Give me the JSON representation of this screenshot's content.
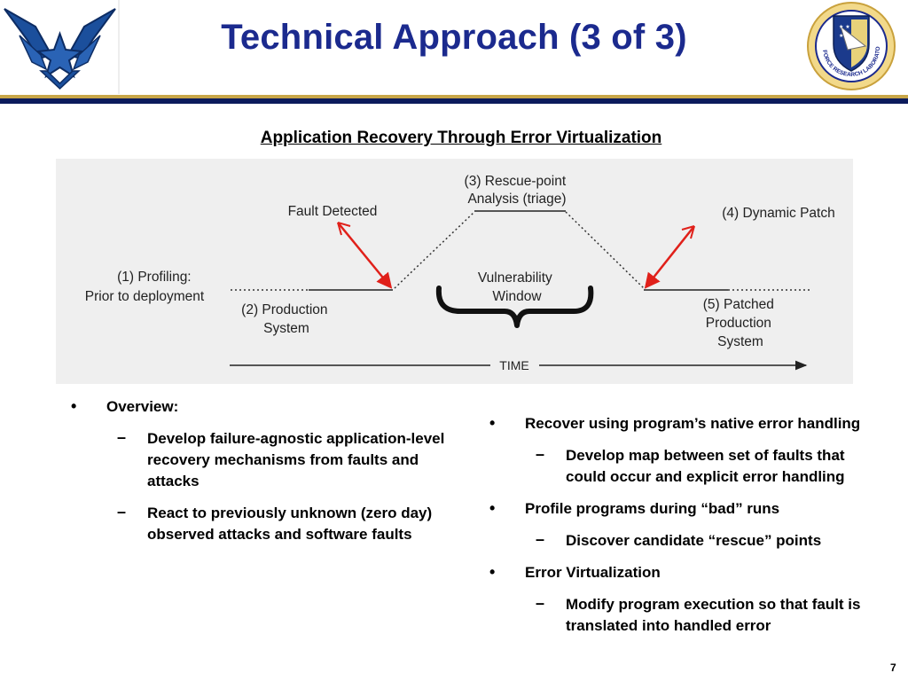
{
  "header": {
    "title": "Technical Approach (3 of 3)",
    "logo_left": "air-force-wings-symbol",
    "logo_right": "air-force-research-laboratory-seal",
    "seal_text": "AIR FORCE RESEARCH LABORATORY"
  },
  "colors": {
    "title": "#1b2a8e",
    "rule_gold": "#c8a648",
    "rule_navy": "#0c1b5c",
    "arrow_red": "#e0201a",
    "diagram_bg": "#efefef"
  },
  "subtitle": "Application Recovery Through Error Virtualization",
  "diagram": {
    "profiling": [
      "(1) Profiling:",
      "Prior to deployment"
    ],
    "production": [
      "(2) Production",
      "System"
    ],
    "fault_detected": "Fault Detected",
    "rescue_point": [
      "(3) Rescue-point",
      "Analysis (triage)"
    ],
    "vulnerability": [
      "Vulnerability",
      "Window"
    ],
    "dynamic_patch": "(4) Dynamic Patch",
    "patched": [
      "(5) Patched",
      "Production",
      "System"
    ],
    "time": "TIME"
  },
  "left_column": {
    "bullet": "Overview:",
    "subs": [
      "Develop failure-agnostic application-level recovery mechanisms from faults and attacks",
      "React to previously unknown (zero day) observed attacks and software faults"
    ]
  },
  "right_column": {
    "items": [
      {
        "text": "Recover using program’s native error handling",
        "sub": "Develop map between set of faults that could occur and explicit error handling"
      },
      {
        "text": "Profile programs during “bad” runs",
        "sub": "Discover candidate “rescue” points"
      },
      {
        "text": "Error Virtualization",
        "sub": "Modify program execution so that fault is translated into handled error"
      }
    ]
  },
  "marks": {
    "bullet": "•",
    "dash": "–"
  },
  "page_number": "7"
}
